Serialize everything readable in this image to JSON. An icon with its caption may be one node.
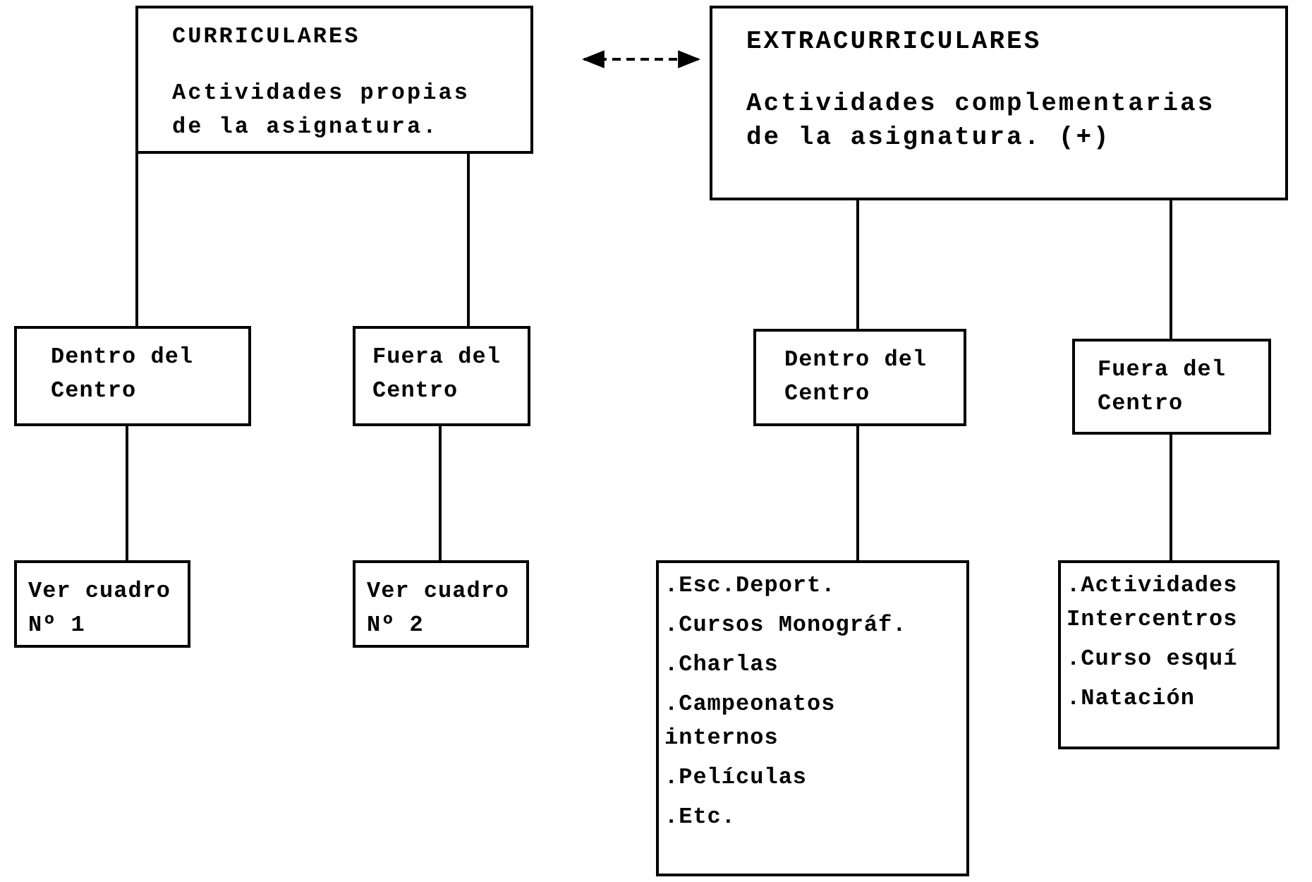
{
  "diagram": {
    "nodes": [
      {
        "text": [
          "CURRICULARES",
          "Actividades propias de la asignatura."
        ]
      },
      {
        "text": [
          "EXTRACURRICULARES",
          "Actividades complementarias de la asignatura. (+)"
        ]
      },
      {
        "text": [
          "Dentro del Centro"
        ]
      },
      {
        "text": [
          "Fuera del Centro"
        ]
      },
      {
        "text": [
          "Dentro del Centro"
        ]
      },
      {
        "text": [
          "Fuera del Centro"
        ]
      },
      {
        "text": [
          "Ver cuadro Nº 1"
        ]
      },
      {
        "text": [
          "Ver cuadro Nº 2"
        ]
      },
      {
        "text": [
          ".Esc.Deport.",
          ".Cursos Monográf.",
          ".Charlas",
          ".Campeonatos internos",
          ".Películas",
          ".Etc."
        ]
      },
      {
        "text": [
          ".Actividades Intercentros",
          ".Curso esquí",
          ".Natación"
        ]
      }
    ],
    "edges": [
      {
        "from": 0,
        "to": 2,
        "arrow": "none"
      },
      {
        "from": 0,
        "to": 3,
        "arrow": "none"
      },
      {
        "from": 1,
        "to": 4,
        "arrow": "none"
      },
      {
        "from": 1,
        "to": 5,
        "arrow": "none"
      },
      {
        "from": 2,
        "to": 6,
        "arrow": "none"
      },
      {
        "from": 3,
        "to": 7,
        "arrow": "none"
      },
      {
        "from": 4,
        "to": 8,
        "arrow": "none"
      },
      {
        "from": 5,
        "to": 9,
        "arrow": "none"
      },
      {
        "from": 0,
        "to": 1,
        "arrow": "both",
        "style": "dashed"
      }
    ]
  }
}
